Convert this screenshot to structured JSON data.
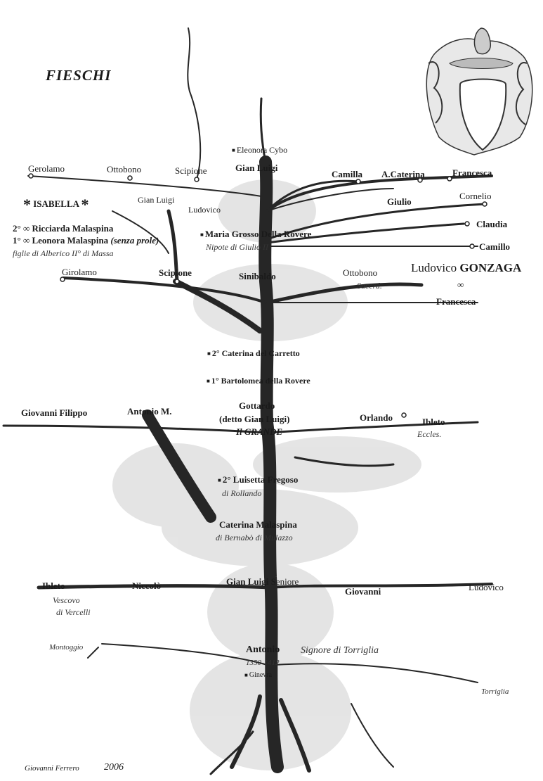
{
  "title": "FIESCHI",
  "signature": {
    "author": "Giovanni Ferrero",
    "year": "2006"
  },
  "coat_of_arms": {
    "icon": "coat-of-arms-icon"
  },
  "labels": {
    "eleonora": "Eleonora Cybo",
    "gerolamo_top": "Gerolamo",
    "ottobono_top": "Ottobono",
    "scipione_top": "Scipione",
    "gianluigi_top": "Gian Luigi",
    "camilla": "Camilla",
    "acaterina": "A.Caterina",
    "francesca_top": "Francesca",
    "isabella": "ISABELLA",
    "gianluigi2": "Gian Luigi",
    "ludovico_small": "Ludovico",
    "giulio": "Giulio",
    "cornelio": "Cornelio",
    "claudia": "Claudia",
    "camillo": "Camillo",
    "ricciarda": "2° ∞ Ricciarda Malaspina",
    "leonora": "1° ∞ Leonora Malaspina",
    "senza_prole": "(senza prole)",
    "figlie": "figlie di Alberico II° di Massa",
    "maria": "Maria Grosso Della Rovere",
    "nipote": "Nipote di Giulio II",
    "ludovico_gonzaga_name": "Ludovico",
    "gonzaga": "GONZAGA",
    "marriage_symbol": "∞",
    "francesca_g": "Francesca",
    "girolamo": "Girolamo",
    "scipione": "Scipione",
    "sinibaldo": "Sinibaldo",
    "ottobono": "Ottobono",
    "sacerd": "Sacerd.",
    "caterina_carretto": "2° Caterina del Carretto",
    "bartolomea": "1° Bartolomea della Rovere",
    "gottardo": "Gottardo",
    "detto": "(detto Gian Luigi)",
    "il_grande": "Il GRANDE",
    "giovanni_filippo": "Giovanni Filippo",
    "antonio_m": "Antonio M.",
    "orlando": "Orlando",
    "ibleto_top": "Ibleto",
    "eccles": "Eccles.",
    "luisetta": "2° Luisetta  Fregoso",
    "di_rollando": "di Rollando",
    "caterina_malaspina": "Caterina Malaspina",
    "di_bernabo": "di Bernabò di Mulazzo",
    "ibleto": "Ibleto",
    "vescovo": "Vescovo",
    "di_vercelli": "di Vercelli",
    "niccolo": "Niccolò",
    "gianluigi_s": "Gian Luigi",
    "seniore": "Seniore",
    "giovanni": "Giovanni",
    "ludovico_r": "Ludovico",
    "montoggio": "Montoggio",
    "antonio": "Antonio",
    "signore": "Signore di Torriglia",
    "dates": "1350-1412",
    "ginevra": "Ginevra",
    "torriglia": "Torriglia"
  }
}
